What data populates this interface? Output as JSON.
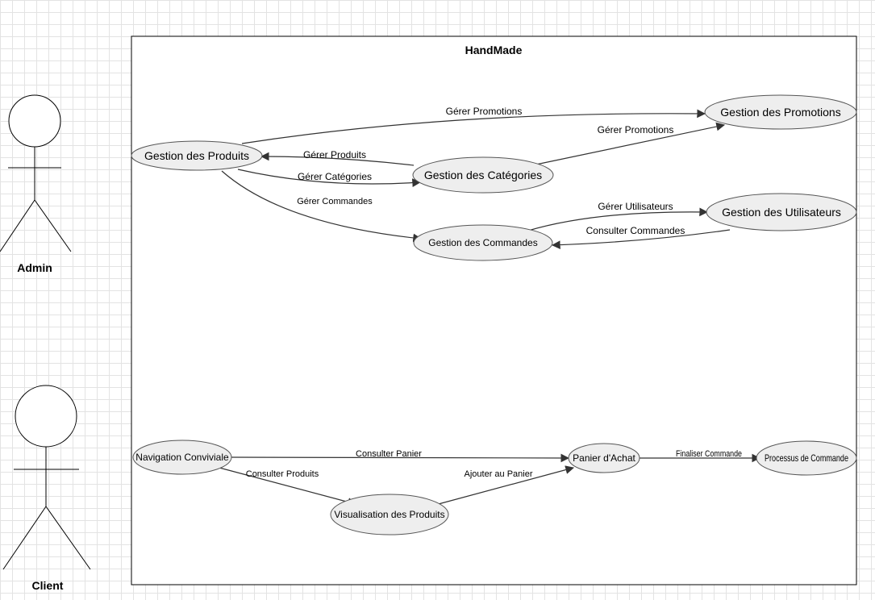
{
  "system": {
    "title": "HandMade"
  },
  "actors": [
    {
      "id": "admin",
      "label": "Admin"
    },
    {
      "id": "client",
      "label": "Client"
    }
  ],
  "use_cases": [
    {
      "id": "produits",
      "label": "Gestion des Produits"
    },
    {
      "id": "promotions",
      "label": "Gestion des Promotions"
    },
    {
      "id": "categories",
      "label": "Gestion des Catégories"
    },
    {
      "id": "commandes",
      "label": "Gestion des Commandes"
    },
    {
      "id": "utilisateurs",
      "label": "Gestion des Utilisateurs"
    },
    {
      "id": "navigation",
      "label": "Navigation Conviviale"
    },
    {
      "id": "panier",
      "label": "Panier d'Achat"
    },
    {
      "id": "processus",
      "label": "Processus de Commande"
    },
    {
      "id": "visualisation",
      "label": "Visualisation des Produits"
    }
  ],
  "relations": [
    {
      "id": "produits-promotions",
      "label": "Gérer Promotions"
    },
    {
      "id": "categories-promotions",
      "label": "Gérer Promotions"
    },
    {
      "id": "categories-produits",
      "label": "Gérer Produits"
    },
    {
      "id": "produits-categories",
      "label": "Gérer Catégories"
    },
    {
      "id": "produits-commandes",
      "label": "Gérer Commandes"
    },
    {
      "id": "commandes-utilisateurs",
      "label": "Gérer Utilisateurs"
    },
    {
      "id": "utilisateurs-commandes",
      "label": "Consulter Commandes"
    },
    {
      "id": "navigation-panier",
      "label": "Consulter Panier"
    },
    {
      "id": "navigation-visualisation",
      "label": "Consulter Produits"
    },
    {
      "id": "visualisation-panier",
      "label": "Ajouter au Panier"
    },
    {
      "id": "panier-processus",
      "label": "Finaliser Commande"
    }
  ]
}
